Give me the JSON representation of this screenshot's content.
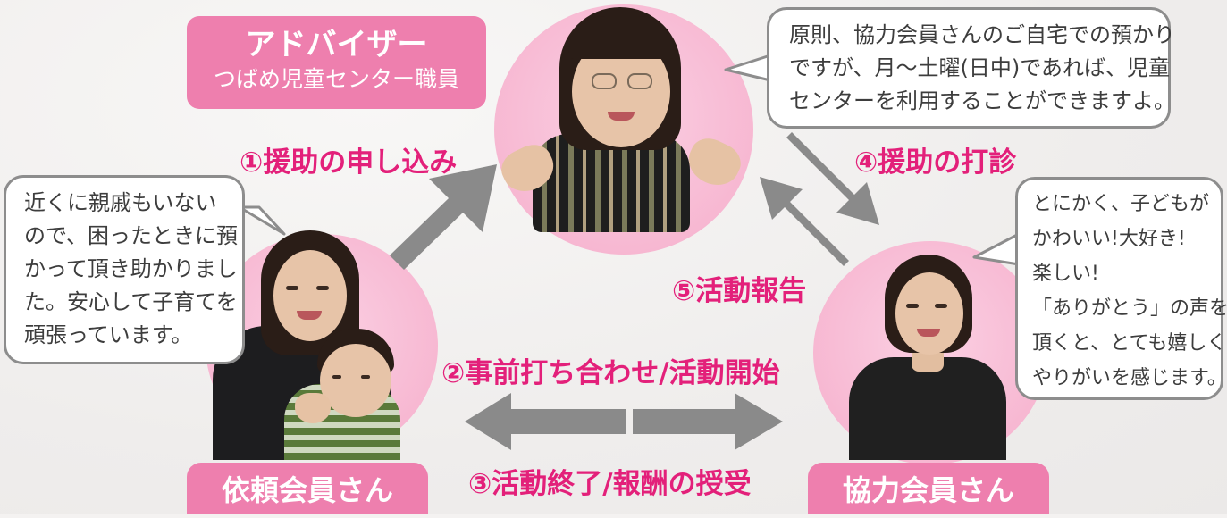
{
  "roles": {
    "advisor_title": "アドバイザー",
    "advisor_subtitle": "つばめ児童センター職員",
    "requester": "依頼会員さん",
    "helper": "協力会員さん"
  },
  "steps": {
    "step1": "①援助の申し込み",
    "step2": "②事前打ち合わせ/活動開始",
    "step3": "③活動終了/報酬の授受",
    "step4": "④援助の打診",
    "step5": "⑤活動報告"
  },
  "bubbles": {
    "advisor": [
      "原則、協力会員さんのご自宅での預かり",
      "ですが、月〜土曜(日中)であれば、児童",
      "センターを利用することができますよ。"
    ],
    "requester": [
      "近くに親戚もいない",
      "ので、困ったときに預",
      "かって頂き助かりまし",
      "た。安心して子育てを",
      "頑張っています。"
    ],
    "helper": [
      "とにかく、子どもが",
      "かわいい!大好き!",
      "楽しい!",
      "「ありがとう」の声を",
      "頂くと、とても嬉しく",
      "やりがいを感じます。"
    ]
  },
  "colors": {
    "accent_pink": "#ee7fae",
    "step_text": "#e3207a",
    "arrow_gray": "#8a8a8a",
    "circle_pink": "#f7b8d2"
  }
}
